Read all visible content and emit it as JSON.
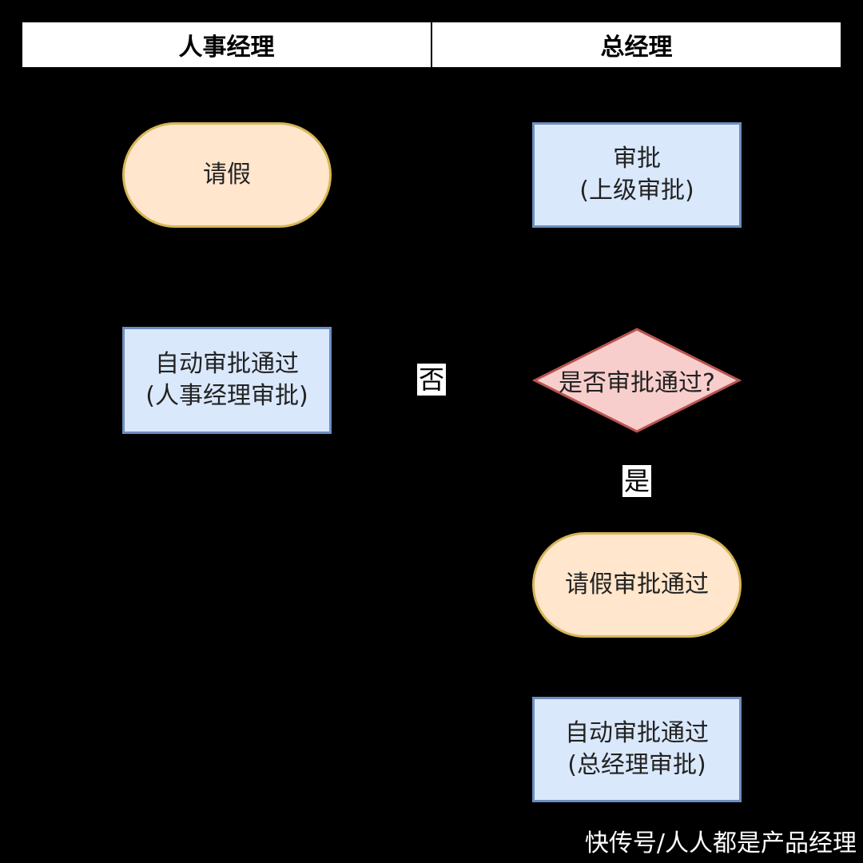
{
  "lanes": {
    "left_title": "人事经理",
    "right_title": "总经理"
  },
  "nodes": {
    "leave_request": "请假",
    "approve_line1": "审批",
    "approve_line2": "(上级审批)",
    "auto_hr_line1": "自动审批通过",
    "auto_hr_line2": "(人事经理审批)",
    "decision": "是否审批通过?",
    "leave_approved": "请假审批通过",
    "auto_gm_line1": "自动审批通过",
    "auto_gm_line2": "(总经理审批)"
  },
  "edges": {
    "no_label": "否",
    "yes_label": "是"
  },
  "watermark": "快传号/人人都是产品经理",
  "colors": {
    "background": "#000000",
    "terminal_fill": "#ffe6cc",
    "terminal_stroke": "#d6b656",
    "process_fill": "#dae8fc",
    "process_stroke": "#6c8ebf",
    "decision_fill": "#f8cecc",
    "decision_stroke": "#b85450"
  }
}
